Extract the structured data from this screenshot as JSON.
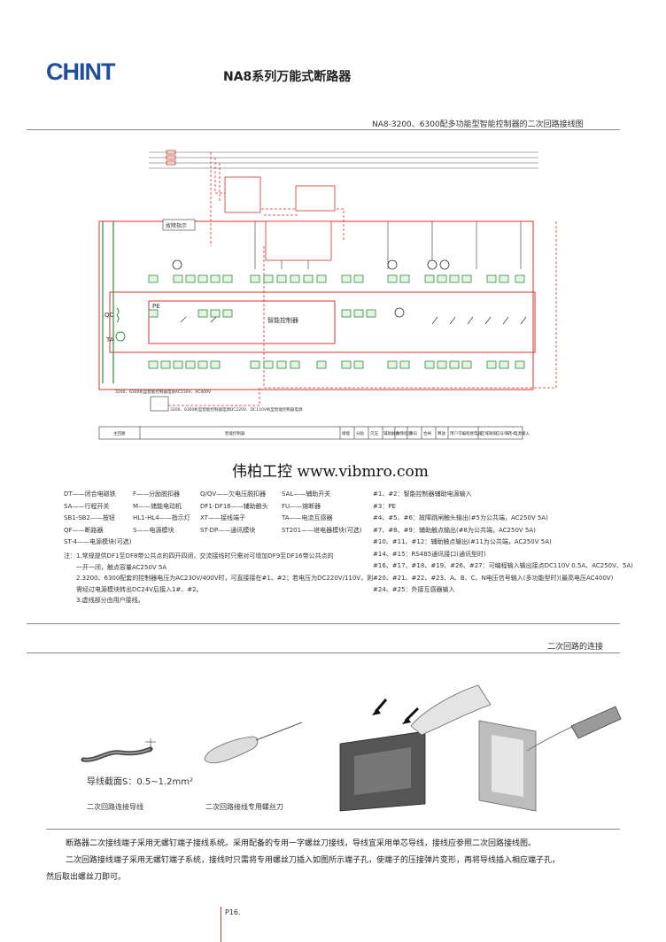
{
  "header": {
    "logo_text": "CHINT",
    "title": "NA8系列万能式断路器",
    "subtitle": "NA8-3200、6300配多功能型智能控制器的二次回路接线图"
  },
  "diagram": {
    "controller_label": "智能控制器",
    "fault_label": "故障指示",
    "pe_label": "PE",
    "qc_label": "QC",
    "ta_label": "TA",
    "footer_note_1": "3200、6300机型智能控制器电源AC230V、AC400V",
    "footer_note_2": "3200、6300机型智能控制器电源DC220V、DC110V机型智能控制器电源",
    "table_cells": [
      "主回路",
      "智能控制器",
      "储能",
      "分励",
      "欠压",
      "辅助触头",
      "故障指示",
      "通讯",
      "",
      "合闸",
      "释放",
      "用户可编程继电器",
      "区域联锁",
      "信号单元",
      "ST-4",
      "电源输入"
    ],
    "accent_color": "#d9302c"
  },
  "watermark": "伟柏工控 www.vibmro.com",
  "legend_left": [
    [
      "DT——闭合电磁铁",
      "F——分励脱扣器",
      "Q/QV——欠电压脱扣器",
      "SAL——辅助开关"
    ],
    [
      "SA——行程开关",
      "M——储能电动机",
      "DF1-DF16——辅助触头",
      "FU——熔断器"
    ],
    [
      "SB1-SB2——按钮",
      "HL1-HL4——指示灯",
      "XT——接线端子",
      "TA——电流互感器"
    ],
    [
      "QF——断路器",
      "S——电源模块",
      "ST-DP——通讯模块",
      "ST201——继电器模块(可选)"
    ],
    [
      "ST-4——电源模块(可选)",
      "",
      "",
      ""
    ]
  ],
  "legend_right": [
    "#1、#2：智能控制器辅助电源输入",
    "#3：PE",
    "#4、#5、#6：故障跳闸触头输出(#5为公共端，AC250V 5A)",
    "#7、#8、#9：辅助触点输出(#8为公共端，AC250V 5A)",
    "#10、#11、#12：辅助触点输出(#11为公共端，AC250V 5A)",
    "#14、#15：RS485通讯接口(通讯型时)",
    "#16、#17、#18、#19、#26、#27：可编程输入输出接点DC110V 0.5A、AC250V、5A)",
    "#20、#21、#22、#23、A、B、C、N电压信号输入(多功能型时)(最高电压AC400V)",
    "#24、#25：外接互感器输入"
  ],
  "notes": [
    "注：1.常规提供DF1至DF8带公共点的四开四闭，交流接线时只需对可增加DF9至DF16带公共点的",
    "　　一开一闭，触点容量AC250V 5A",
    "　　2.3200、6300配套的控制器电压为AC230V/400V时，可直接接在#1、#2；若电压为DC220V/110V，则",
    "　　需经过电源模块转出DC24V后接入1#、#2。",
    "　　3.虚线部分由用户接线。"
  ],
  "section2": {
    "title": "二次回路的连接",
    "wire_section_label": "导线截面S：0.5~1.2mm²",
    "caption_wire": "二次回路连接导线",
    "caption_screwdriver": "二次回路接线专用螺丝刀"
  },
  "paragraphs": [
    "断路器二次接线端子采用无螺钉端子接线系统。采用配备的专用一字螺丝刀接线，导线宜采用单芯导线，接线应参照二次回路接线图。",
    "二次回路接线端子采用无螺钉端子系统，接线时只需将专用螺丝刀插入如图所示端子孔，使端子的压接弹片变形，再将导线插入相应端子孔，",
    "然后取出螺丝刀即可。"
  ],
  "page_number": "P16."
}
